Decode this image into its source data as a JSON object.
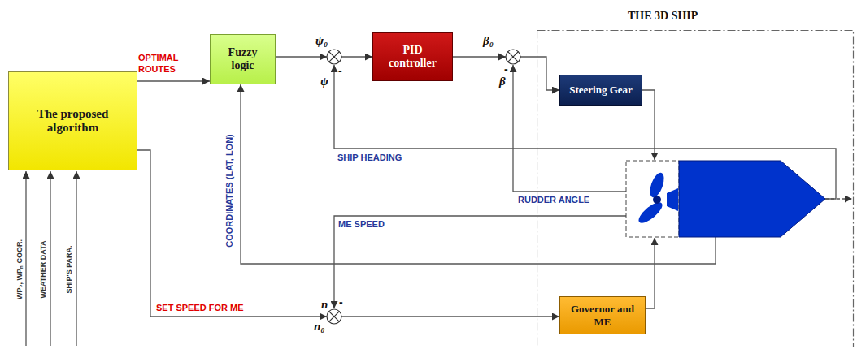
{
  "diagram": {
    "nodes": [
      {
        "text": [
          "The proposed algorithm"
        ]
      },
      {
        "text": [
          "Fuzzy logic"
        ]
      },
      {
        "text": [
          "PID controller"
        ]
      },
      {
        "text": [
          "THE 3D SHIP"
        ]
      },
      {
        "text": [
          "Steering Gear"
        ],
        "in": 3
      },
      {
        "text": [
          "Governor and ME"
        ],
        "in": 3
      }
    ],
    "edges": [
      {
        "from": 0,
        "to": 1,
        "arrow": "to",
        "label": "OPTIMAL ROUTES"
      },
      {
        "from": 1,
        "to": 2,
        "arrow": "to"
      },
      {
        "from": 2,
        "to": 4,
        "arrow": "to"
      },
      {
        "from": 0,
        "to": 5,
        "arrow": "to",
        "label": "SET SPEED FOR ME"
      },
      {
        "from": 3,
        "to": 1,
        "arrow": "to"
      }
    ],
    "labels": [
      "ψ₀",
      "-",
      "ψ",
      "β₀",
      "-",
      "β",
      "SHIP HEADING",
      "RUDDER ANGLE",
      "ME SPEED",
      "COORDINATES (LAT, LON)",
      "n",
      "-",
      "n₀",
      "WP₀, WPₙ COOR.",
      "WEATHER DATA",
      "SHIP'S PARA."
    ]
  }
}
